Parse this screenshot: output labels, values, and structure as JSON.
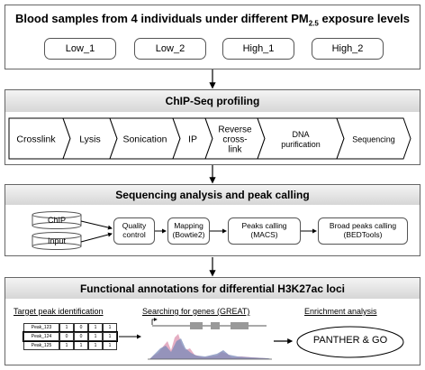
{
  "panel1": {
    "title_main": "Blood samples from 4 individuals under different PM",
    "title_sub": "2.5",
    "title_tail": " exposure levels",
    "samples": [
      "Low_1",
      "Low_2",
      "High_1",
      "High_2"
    ]
  },
  "panel2": {
    "title": "ChIP-Seq profiling",
    "steps": [
      "Crosslink",
      "Lysis",
      "Sonication",
      "IP",
      "Reverse\ncross-\nlink",
      "DNA\npurification",
      "Sequencing"
    ]
  },
  "panel3": {
    "title": "Sequencing analysis and peak calling",
    "inputs": [
      "ChIP",
      "Input"
    ],
    "boxes": [
      "Quality\ncontrol",
      "Mapping\n(Bowtie2)",
      "Peaks calling\n(MACS)",
      "Broad peaks calling\n(BEDTools)"
    ]
  },
  "panel4": {
    "title": "Functional annotations for differential H3K27ac loci",
    "col1_title": "Target peak identification",
    "col2_title": "Searching for genes (GREAT)",
    "col3_title": "Enrichment analysis",
    "table": [
      [
        "Peak_123",
        "1",
        "0",
        "1",
        "1"
      ],
      [
        "Peak_124",
        "0",
        "0",
        "1",
        "1"
      ],
      [
        "Peak_125",
        "1",
        "1",
        "1",
        "1"
      ]
    ],
    "result": "PANTHER & GO"
  },
  "colors": {
    "panel_border": "#666666",
    "header_gradient_top": "#f4f4f4",
    "header_gradient_bottom": "#d6d6d6",
    "track_pink": "#e0a0b8",
    "track_blue": "#7a8ab8"
  }
}
